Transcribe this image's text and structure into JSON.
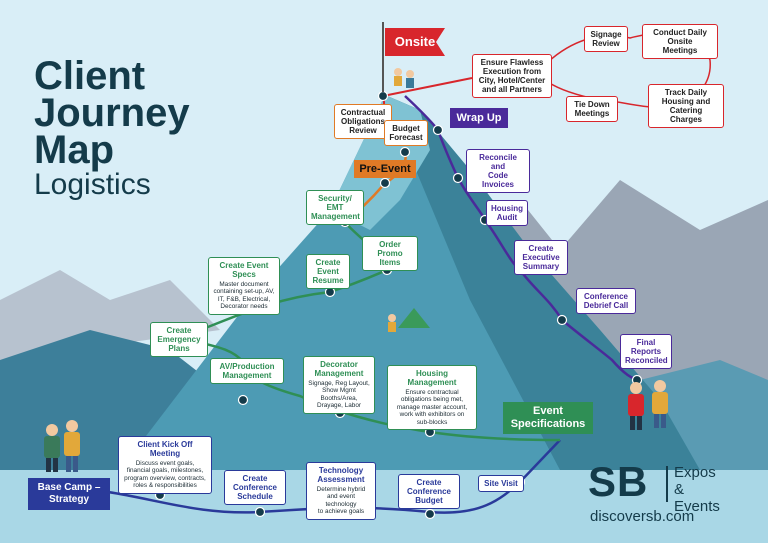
{
  "title": "Client\nJourney\nMap",
  "subtitle": "Logistics",
  "colors": {
    "green": "#2f8f55",
    "purple": "#4a2a9a",
    "red": "#d8262c",
    "orange": "#e07a26",
    "navy": "#2a3a9a",
    "title": "#143b4a"
  },
  "milestones": {
    "base_camp": "Base Camp –\nStrategy",
    "event_specifications": "Event\nSpecifications",
    "pre_event": "Pre-Event",
    "onsite": "Onsite",
    "wrap_up": "Wrap Up"
  },
  "base_steps": [
    {
      "title": "Client Kick Off Meeting",
      "desc": "Discuss event goals,\nfinancial goals, milestones,\nprogram overview, contracts,\nroles & responsibilities"
    },
    {
      "title": "Create\nConference\nSchedule",
      "desc": ""
    },
    {
      "title": "Technology\nAssessment",
      "desc": "Determine hybrid\nand event technology\nto achieve goals"
    },
    {
      "title": "Create\nConference\nBudget",
      "desc": ""
    },
    {
      "title": "Site Visit",
      "desc": ""
    }
  ],
  "spec_steps": [
    {
      "title": "Housing\nManagement",
      "desc": "Ensure contractual\nobligations being met,\nmanage master account,\nwork with exhibitors on\nsub-blocks"
    },
    {
      "title": "Decorator\nManagement",
      "desc": "Signage, Reg Layout,\nShow Mgmt\nBooths/Area,\nDrayage, Labor"
    },
    {
      "title": "AV/Production\nManagement",
      "desc": ""
    },
    {
      "title": "Create\nEmergency\nPlans",
      "desc": ""
    },
    {
      "title": "Create Event\nSpecs",
      "desc": "Master document\ncontaining set-up, AV,\nIT, F&B, Electrical,\nDecorator needs"
    },
    {
      "title": "Create\nEvent\nResume",
      "desc": ""
    },
    {
      "title": "Order Promo\nItems",
      "desc": ""
    },
    {
      "title": "Security/\nEMT\nManagement",
      "desc": ""
    }
  ],
  "pre_steps": [
    {
      "title": "Contractual\nObligations\nReview"
    },
    {
      "title": "Budget\nForecast"
    }
  ],
  "onsite_steps": [
    {
      "title": "Ensure Flawless\nExecution from\nCity, Hotel/Center\nand all Partners"
    },
    {
      "title": "Signage\nReview"
    },
    {
      "title": "Conduct Daily\nOnsite\nMeetings"
    },
    {
      "title": "Track Daily\nHousing and\nCatering\nCharges"
    },
    {
      "title": "Tie Down\nMeetings"
    }
  ],
  "wrap_steps": [
    {
      "title": "Reconcile and\nCode Invoices"
    },
    {
      "title": "Housing\nAudit"
    },
    {
      "title": "Create\nExecutive\nSummary"
    },
    {
      "title": "Conference\nDebrief Call"
    },
    {
      "title": "Final\nReports\nReconciled"
    }
  ],
  "logo": {
    "mark": "SB",
    "tagline": "Expos &\nEvents",
    "url": "discoversb.com"
  }
}
